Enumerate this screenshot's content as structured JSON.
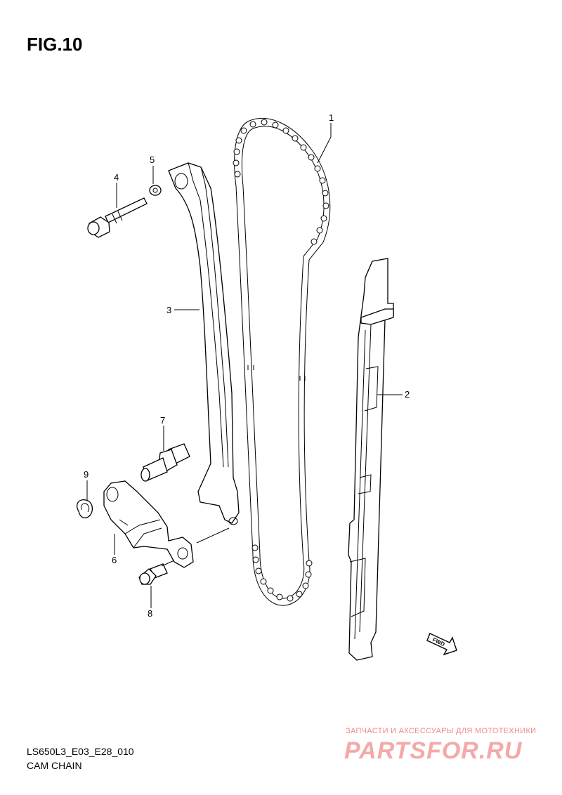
{
  "figure": {
    "title": "FIG.10",
    "code": "LS650L3_E03_E28_010",
    "caption": "CAM CHAIN"
  },
  "callouts": [
    "1",
    "2",
    "3",
    "4",
    "5",
    "6",
    "7",
    "8",
    "9"
  ],
  "direction_badge": "FWD",
  "watermark": {
    "tagline": "ЗАПЧАСТИ И АКСЕССУАРЫ ДЛЯ МОТОТЕХНИКИ",
    "logo": "PARTSFOR.RU"
  },
  "colors": {
    "line": "#000000",
    "background": "#ffffff",
    "watermark": "#f08a8a"
  }
}
